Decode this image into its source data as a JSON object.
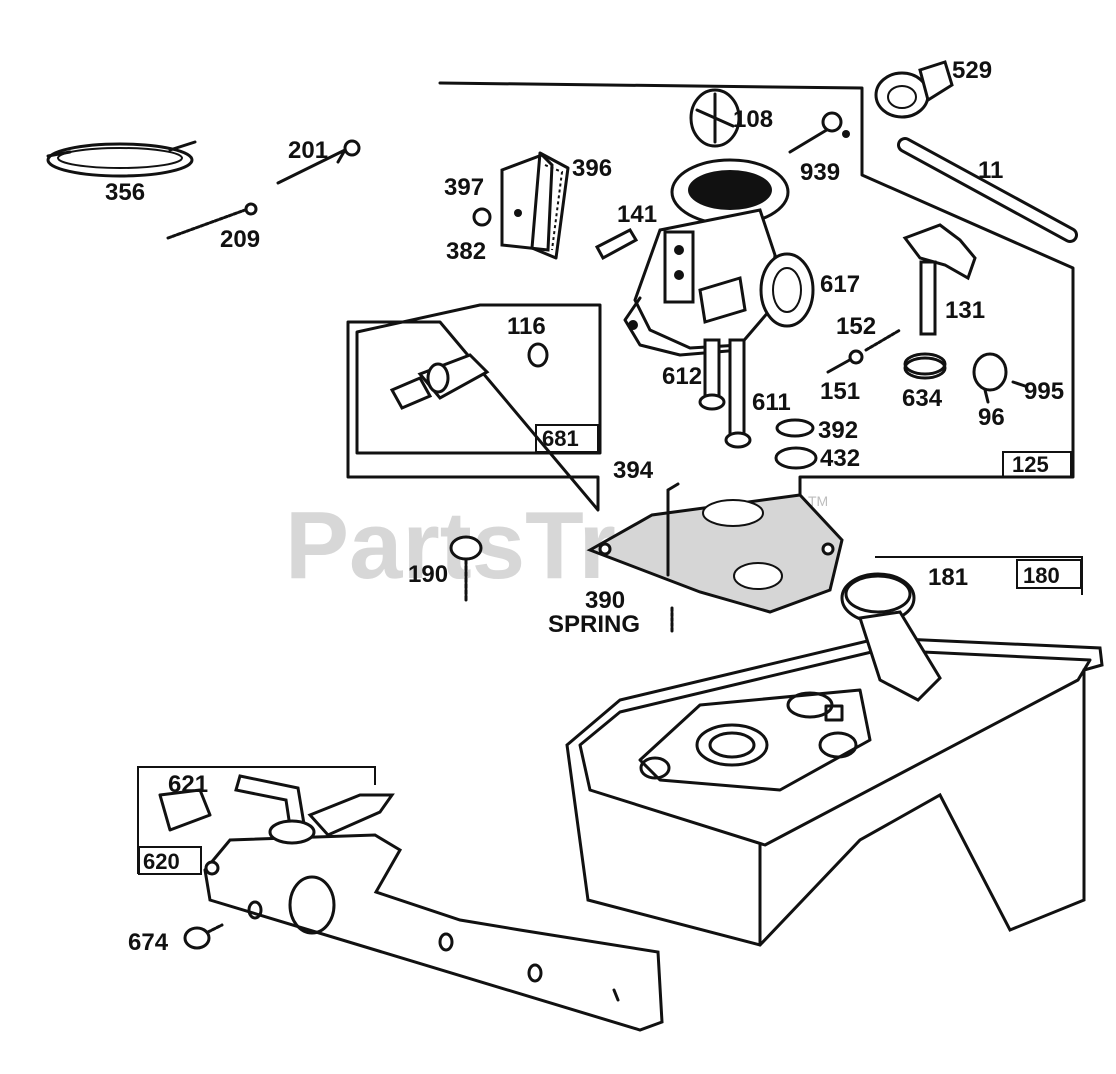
{
  "watermark": {
    "text": "PartsTr",
    "tm": "TM"
  },
  "callouts": {
    "p529": "529",
    "p108": "108",
    "p939": "939",
    "p11": "11",
    "p201": "201",
    "p356": "356",
    "p209": "209",
    "p396": "396",
    "p397": "397",
    "p382": "382",
    "p141": "141",
    "p617": "617",
    "p131": "131",
    "p152": "152",
    "p151": "151",
    "p634": "634",
    "p96": "96",
    "p995": "995",
    "p116": "116",
    "p612": "612",
    "p611": "611",
    "p392": "392",
    "p432": "432",
    "p394": "394",
    "p190": "190",
    "p390": "390",
    "spring": "SPRING",
    "p181": "181",
    "p621": "621",
    "p674": "674"
  },
  "boxes": {
    "b125": "125",
    "b681": "681",
    "b180": "180",
    "b620": "620"
  }
}
